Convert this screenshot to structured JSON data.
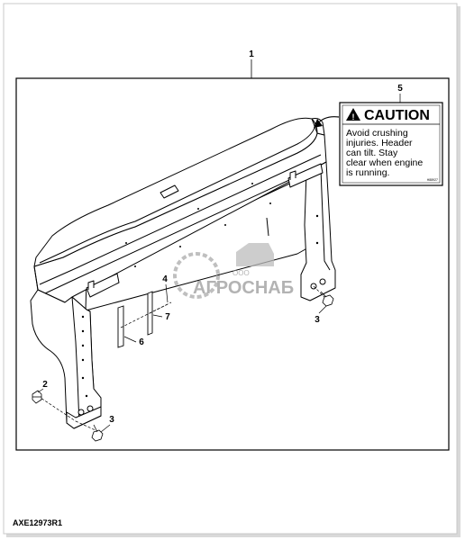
{
  "callouts": {
    "c1": "1",
    "c2": "2",
    "c3a": "3",
    "c3b": "3",
    "c4": "4",
    "c5": "5",
    "c6": "6",
    "c7": "7"
  },
  "caution_label": {
    "title": "CAUTION",
    "lines": [
      "Avoid crushing",
      "injuries. Header",
      "can tilt. Stay",
      "clear when engine",
      "is running."
    ],
    "code": "H88927"
  },
  "watermark": {
    "small": "ООО",
    "brand": "АГРОСНАБ"
  },
  "figure_id": "AXE12973R1"
}
